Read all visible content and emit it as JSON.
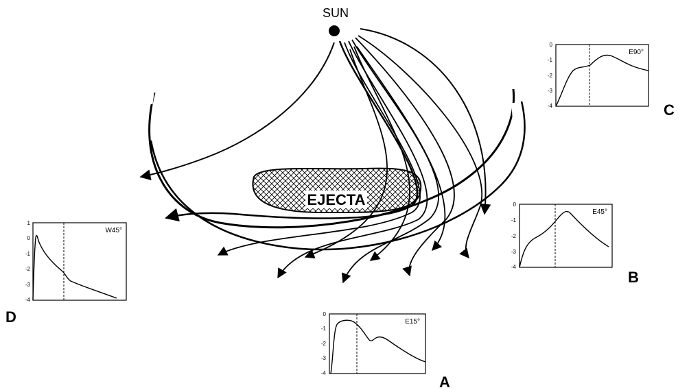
{
  "sun": {
    "label": "SUN"
  },
  "ejecta": {
    "label": "EJECTA"
  },
  "panels": [
    {
      "id": "A",
      "letter": "A",
      "name": "E15°",
      "yticks": [
        "0",
        "-1",
        "-2",
        "-3",
        "-4"
      ]
    },
    {
      "id": "B",
      "letter": "B",
      "name": "E45°",
      "yticks": [
        "0",
        "-1",
        "-2",
        "-3",
        "-4"
      ]
    },
    {
      "id": "C",
      "letter": "C",
      "name": "E90°",
      "yticks": [
        "0",
        "-1",
        "-2",
        "-3",
        "-4"
      ]
    },
    {
      "id": "D",
      "letter": "D",
      "name": "W45°",
      "yticks": [
        "1",
        "0",
        "-1",
        "-2",
        "-3",
        "-4"
      ]
    }
  ]
}
